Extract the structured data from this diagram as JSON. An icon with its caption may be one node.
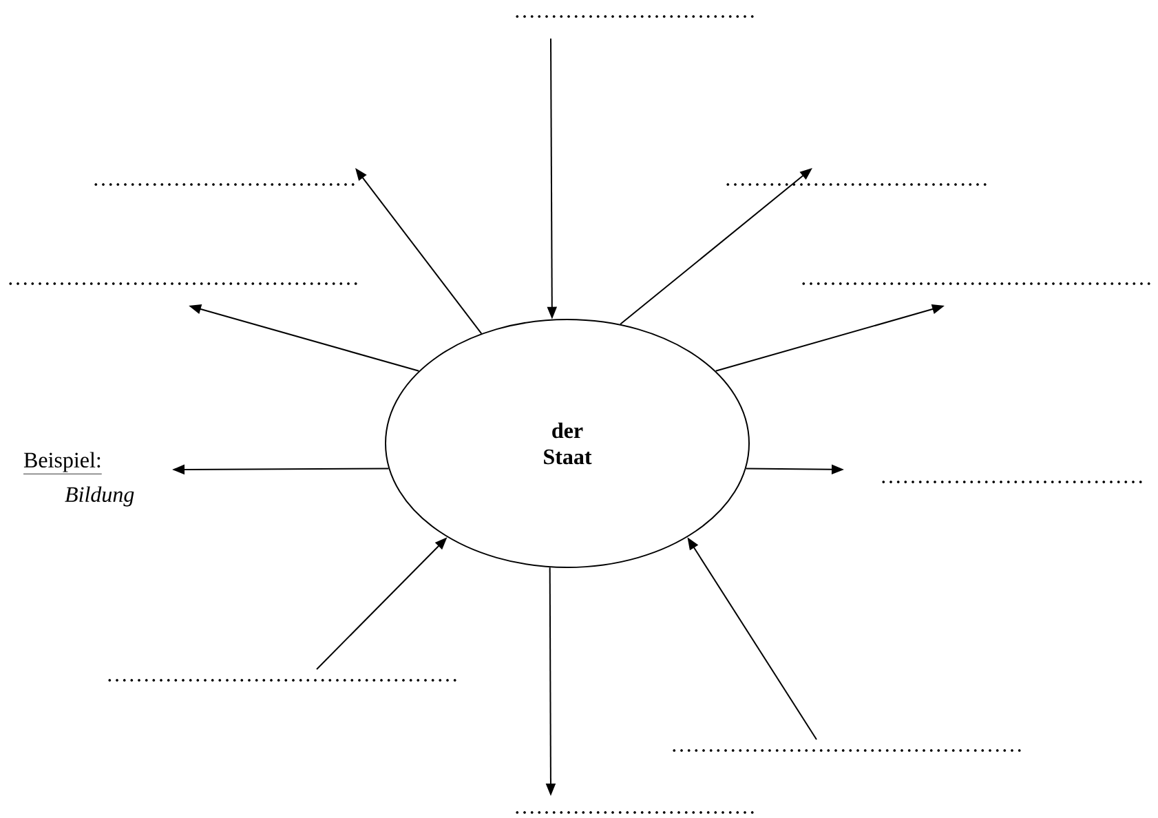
{
  "diagram": {
    "nodes": [
      {
        "text": [
          "……………………………"
        ]
      },
      {
        "text": [
          "………………………………"
        ]
      },
      {
        "text": [
          "………………………………"
        ]
      },
      {
        "text": [
          "…………………………………………"
        ]
      },
      {
        "text": [
          "…………………………………………"
        ]
      },
      {
        "text": [
          "der Staat"
        ]
      },
      {
        "text": [
          "Beispiel:",
          "Bildung"
        ]
      },
      {
        "text": [
          "………………………………"
        ]
      },
      {
        "text": [
          "…………………………………………"
        ]
      },
      {
        "text": [
          "…………………………………………"
        ]
      },
      {
        "text": [
          "……………………………"
        ]
      }
    ],
    "edges": [
      {
        "from": 0,
        "to": 5,
        "arrow": "to"
      },
      {
        "from": 5,
        "to": 1,
        "arrow": "to"
      },
      {
        "from": 5,
        "to": 2,
        "arrow": "to"
      },
      {
        "from": 5,
        "to": 3,
        "arrow": "to"
      },
      {
        "from": 5,
        "to": 4,
        "arrow": "to"
      },
      {
        "from": 5,
        "to": 6,
        "arrow": "to"
      },
      {
        "from": 5,
        "to": 7,
        "arrow": "to"
      },
      {
        "from": 8,
        "to": 5,
        "arrow": "to"
      },
      {
        "from": 9,
        "to": 5,
        "arrow": "to"
      },
      {
        "from": 5,
        "to": 10,
        "arrow": "to"
      }
    ]
  }
}
